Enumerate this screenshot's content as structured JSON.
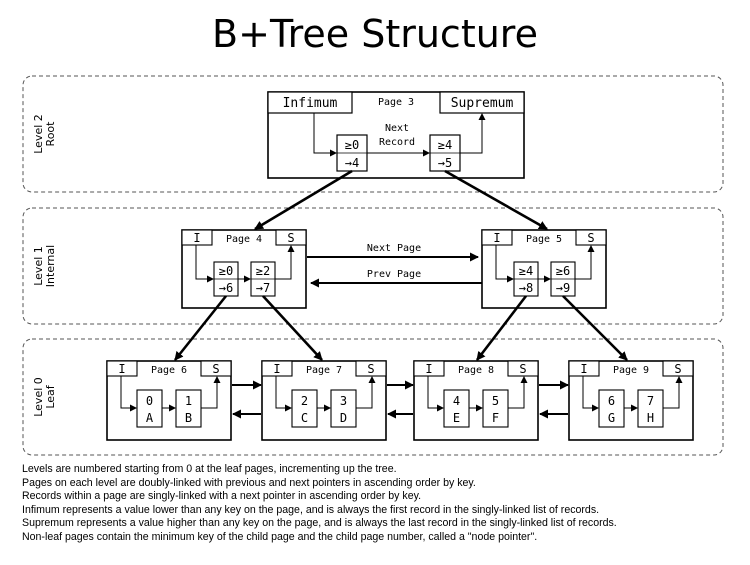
{
  "title": "B+Tree Structure",
  "levels": [
    {
      "label": "Level 2",
      "sublabel": "Root"
    },
    {
      "label": "Level 1",
      "sublabel": "Internal"
    },
    {
      "label": "Level 0",
      "sublabel": "Leaf"
    }
  ],
  "root": {
    "infimum": "Infimum",
    "supremum": "Supremum",
    "page": "Page 3",
    "records": [
      {
        "key": "≥0",
        "ptr": "→4"
      },
      {
        "key": "≥4",
        "ptr": "→5"
      }
    ],
    "link_label_1": "Next",
    "link_label_2": "Record"
  },
  "internal": {
    "pages": [
      {
        "i": "I",
        "s": "S",
        "page": "Page 4",
        "records": [
          {
            "key": "≥0",
            "ptr": "→6"
          },
          {
            "key": "≥2",
            "ptr": "→7"
          }
        ]
      },
      {
        "i": "I",
        "s": "S",
        "page": "Page 5",
        "records": [
          {
            "key": "≥4",
            "ptr": "→8"
          },
          {
            "key": "≥6",
            "ptr": "→9"
          }
        ]
      }
    ],
    "next_page": "Next Page",
    "prev_page": "Prev Page"
  },
  "leaf": {
    "pages": [
      {
        "i": "I",
        "s": "S",
        "page": "Page 6",
        "records": [
          {
            "key": "0",
            "val": "A"
          },
          {
            "key": "1",
            "val": "B"
          }
        ]
      },
      {
        "i": "I",
        "s": "S",
        "page": "Page 7",
        "records": [
          {
            "key": "2",
            "val": "C"
          },
          {
            "key": "3",
            "val": "D"
          }
        ]
      },
      {
        "i": "I",
        "s": "S",
        "page": "Page 8",
        "records": [
          {
            "key": "4",
            "val": "E"
          },
          {
            "key": "5",
            "val": "F"
          }
        ]
      },
      {
        "i": "I",
        "s": "S",
        "page": "Page 9",
        "records": [
          {
            "key": "6",
            "val": "G"
          },
          {
            "key": "7",
            "val": "H"
          }
        ]
      }
    ]
  },
  "notes": [
    "Levels are numbered starting from 0 at the leaf pages, incrementing up the tree.",
    "Pages on each level are doubly-linked with previous and next pointers in ascending order by key.",
    "Records within a page are singly-linked with a next pointer in ascending order by key.",
    "Infimum represents a value lower than any key on the page, and is always the first record in the singly-linked list of records.",
    "Supremum represents a value higher than any key on the page, and is always the last record in the singly-linked list of records.",
    "Non-leaf pages contain the minimum key of the child page and the child page number, called a \"node pointer\"."
  ]
}
